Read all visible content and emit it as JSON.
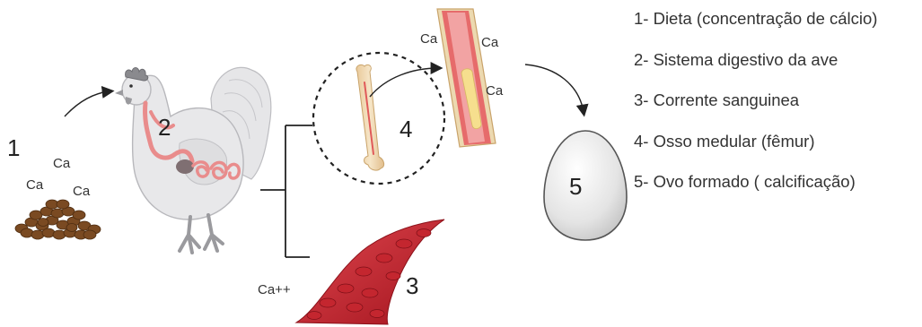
{
  "steps": [
    {
      "number": "1"
    },
    {
      "number": "2"
    },
    {
      "number": "3"
    },
    {
      "number": "4"
    },
    {
      "number": "5"
    }
  ],
  "labels": {
    "ca": "Ca",
    "ca_ion": "Ca++"
  },
  "legend": [
    "1- Dieta (concentração de cálcio)",
    "2- Sistema digestivo da ave",
    "3- Corrente sanguinea",
    "4- Osso medular (fêmur)",
    "5- Ovo formado ( calcificação)"
  ],
  "colors": {
    "hen_body": "#e8e8ea",
    "hen_outline": "#b8b8bc",
    "digestive": "#e98c8c",
    "feed": "#7a4a22",
    "bone": "#f2dfb8",
    "marrow": "#e05a5a",
    "blood": "#c41f2a",
    "egg": "#ececec",
    "arrow": "#222222"
  }
}
